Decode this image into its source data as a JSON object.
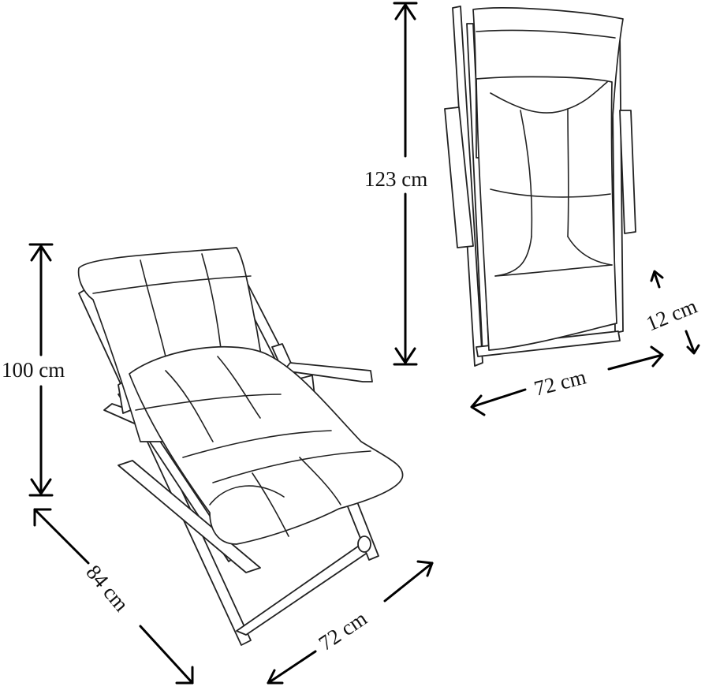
{
  "diagram": {
    "dimensions": {
      "side_height": "100 cm",
      "side_depth": "84 cm",
      "side_width": "72 cm",
      "front_height": "123 cm",
      "front_width": "72 cm",
      "cushion_thickness": "12 cm"
    }
  }
}
